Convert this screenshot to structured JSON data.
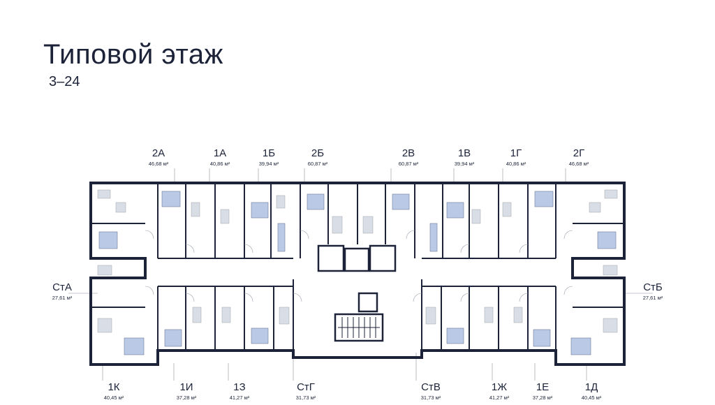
{
  "header": {
    "title": "Типовой этаж",
    "floors": "3–24"
  },
  "units": {
    "u2A": {
      "code": "2А",
      "area": "46,68 м²"
    },
    "u1A": {
      "code": "1А",
      "area": "40,86 м²"
    },
    "u1B": {
      "code": "1Б",
      "area": "39,94 м²"
    },
    "u2B": {
      "code": "2Б",
      "area": "60,87 м²"
    },
    "u2V": {
      "code": "2В",
      "area": "60,87 м²"
    },
    "u1V": {
      "code": "1В",
      "area": "39,94 м²"
    },
    "u1G": {
      "code": "1Г",
      "area": "40,86 м²"
    },
    "u2G": {
      "code": "2Г",
      "area": "46,68 м²"
    },
    "uStA": {
      "code": "СтА",
      "area": "27,61 м²"
    },
    "uStB": {
      "code": "СтБ",
      "area": "27,61 м²"
    },
    "u1K": {
      "code": "1К",
      "area": "40,45 м²"
    },
    "u1I": {
      "code": "1И",
      "area": "37,28 м²"
    },
    "u1Z": {
      "code": "1З",
      "area": "41,27 м²"
    },
    "uStG": {
      "code": "СтГ",
      "area": "31,73 м²"
    },
    "uStV": {
      "code": "СтВ",
      "area": "31,73 м²"
    },
    "u1Zh": {
      "code": "1Ж",
      "area": "41,27 м²"
    },
    "u1E": {
      "code": "1Е",
      "area": "37,28 м²"
    },
    "u1D": {
      "code": "1Д",
      "area": "40,45 м²"
    }
  },
  "colors": {
    "wall": "#1c2338",
    "bed": "#b9c9e6",
    "furniture": "#d9dde5",
    "leader": "#8a8f99"
  }
}
